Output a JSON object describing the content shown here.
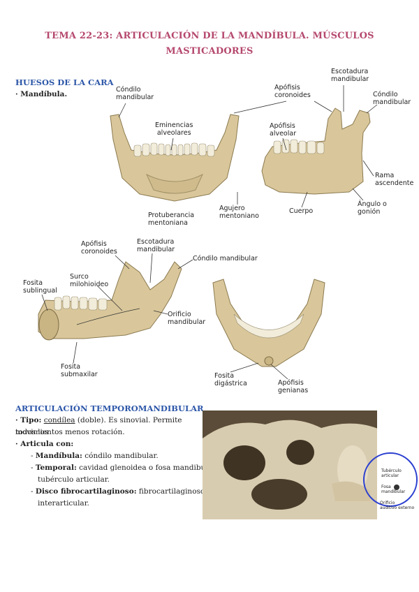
{
  "title": {
    "line1": "TEMA 22-23: ARTICULACIÓN DE LA MANDÍBULA. MÚSCULOS",
    "line2": "MASTICADORES"
  },
  "section1": {
    "heading": "HUESOS DE LA CARA",
    "bullet": "· Mandíbula."
  },
  "figure1": {
    "labels": {
      "condilo": "Cóndilo\nmandibular",
      "eminencias": "Eminencias\nalveolares",
      "protuberancia": "Protuberancia\nmentoniana",
      "apofisis_coronoides": "Apófisis\ncoronoides",
      "escotadura": "Escotadura\nmandibular",
      "condilo_right": "Cóndilo\nmandibular",
      "apofisis_alveolar": "Apófisis\nalveolar",
      "rama": "Rama\nascendente",
      "angulo": "Ángulo o\ngonión",
      "cuerpo": "Cuerpo",
      "agujero": "Agujero\nmentoniano"
    }
  },
  "figure2": {
    "labels": {
      "apofisis_coronoides": "Apófisis\ncoronoides",
      "escotadura": "Escotadura\nmandibular",
      "condilo": "Cóndilo mandibular",
      "fosita_sublingual": "Fosita\nsublingual",
      "surco": "Surco\nmilohioideo",
      "orificio": "Orificio\nmandibular",
      "fosita_submaxilar": "Fosita\nsubmaxilar",
      "fosita_digastrica": "Fosita\ndigástrica",
      "apofisis_genianas": "Apófisis\ngenianas"
    }
  },
  "section2": {
    "heading": "ARTICULACIÓN TEMPOROMANDIBULAR",
    "tipo_label": "· Tipo:",
    "tipo_value": "condílea",
    "tipo_rest": " (doble). Es sinovial. Permite todos los",
    "tipo_line2": "movimientos menos rotación.",
    "articula_label": "· Articula con:",
    "items": [
      {
        "term": "Mandíbula:",
        "desc": " cóndilo mandibular.",
        "desc2": ""
      },
      {
        "term": "Temporal:",
        "desc": " cavidad glenoidea o fosa mandibular y",
        "desc2": "tubérculo articular."
      },
      {
        "term": "Disco fibrocartilaginoso:",
        "desc": " fibrocartilaginosos",
        "desc2": "interarticular."
      }
    ]
  },
  "figure3": {
    "labels": {
      "tuberculo": "Tubérculo\narticular",
      "fosa": "Fosa\nmandibular",
      "orificio": "Orificio\nauditivo externo"
    }
  }
}
